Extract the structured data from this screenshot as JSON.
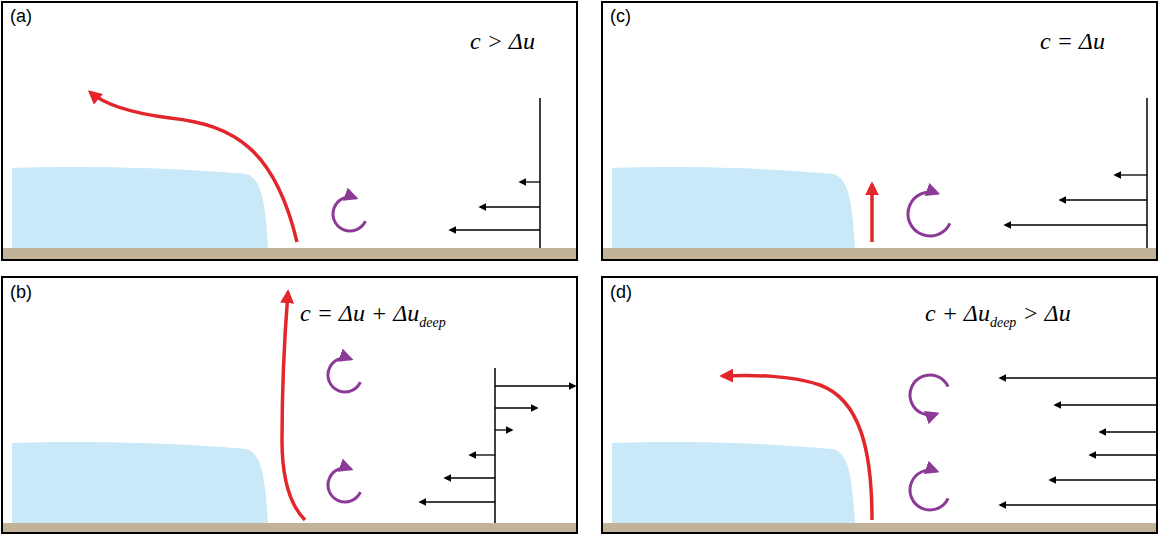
{
  "diagram": {
    "labels": [
      "(a)",
      "c > Δu",
      "(c)",
      "c = Δu",
      "(b)",
      "c = Δu + Δu",
      "deep",
      "(d)",
      "c + Δu",
      "deep",
      "> Δu"
    ]
  }
}
